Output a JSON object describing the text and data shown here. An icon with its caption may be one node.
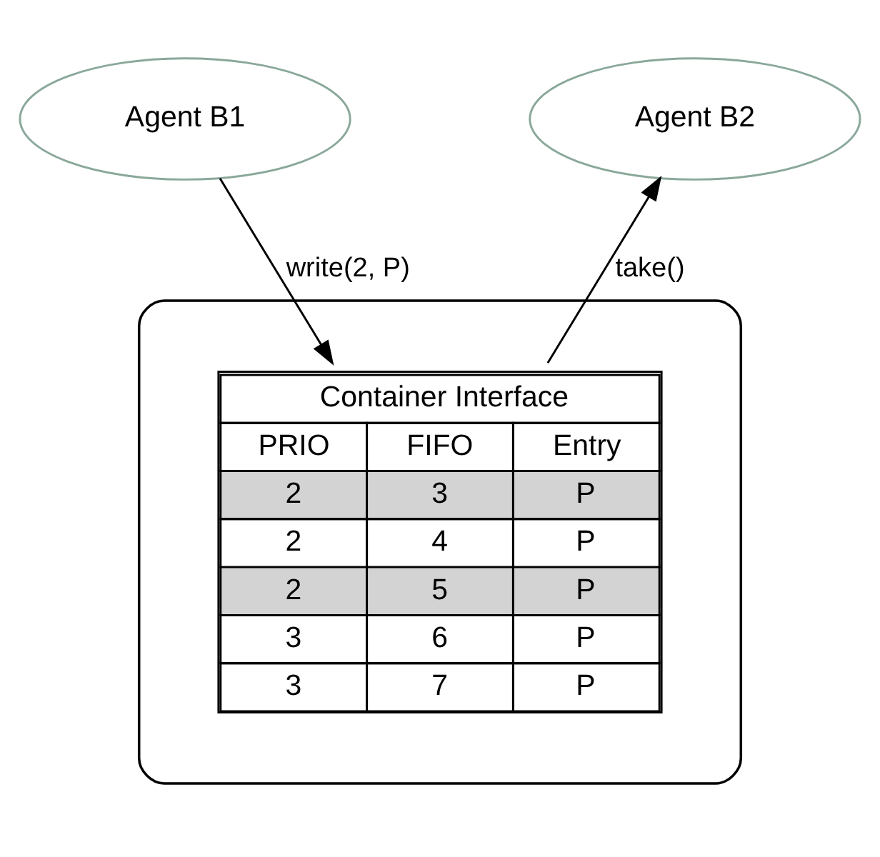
{
  "diagram": {
    "nodes": [
      {
        "text": [
          "Agent B1"
        ]
      },
      {
        "text": [
          "Agent B2"
        ]
      },
      {
        "text": [],
        "shape": "cloud"
      },
      {
        "text": [
          "Container Interface",
          "PRIO",
          "FIFO",
          "Entry",
          "2",
          "3",
          "P",
          "2",
          "4",
          "P",
          "2",
          "5",
          "P",
          "3",
          "6",
          "P",
          "3",
          "7",
          "P"
        ],
        "in": 2
      }
    ],
    "edges": [
      {
        "from": 0,
        "to": 3,
        "arrow": "to",
        "label": "write(2, P)"
      },
      {
        "from": 3,
        "to": 1,
        "arrow": "to",
        "label": "take()"
      }
    ]
  }
}
